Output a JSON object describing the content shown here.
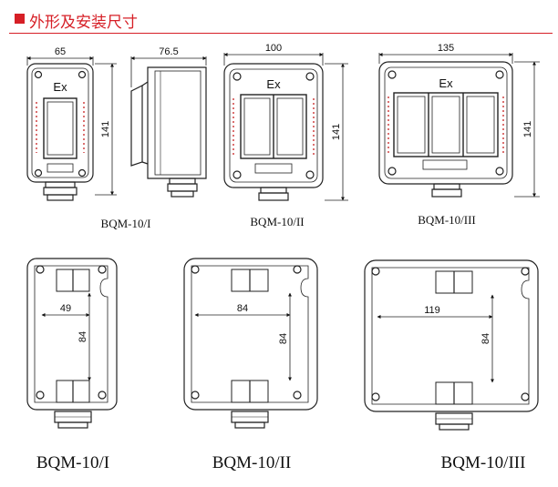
{
  "header": {
    "title": "外形及安装尺寸",
    "accent_color": "#d61f26"
  },
  "top": {
    "dims": {
      "w1": "65",
      "w2": "76.5",
      "w3": "100",
      "w4": "135",
      "h1": "141",
      "h2": "141",
      "h3": "141"
    },
    "ex_label": "Ex",
    "captions": [
      "BQM-10/I",
      "BQM-10/II",
      "BQM-10/III"
    ]
  },
  "bottom": {
    "dims": {
      "a": "49",
      "b": "84",
      "c": "84",
      "d": "84",
      "e": "119",
      "f": "84"
    },
    "captions": [
      "BQM-10/I",
      "BQM-10/II",
      "BQM-10/III"
    ]
  }
}
